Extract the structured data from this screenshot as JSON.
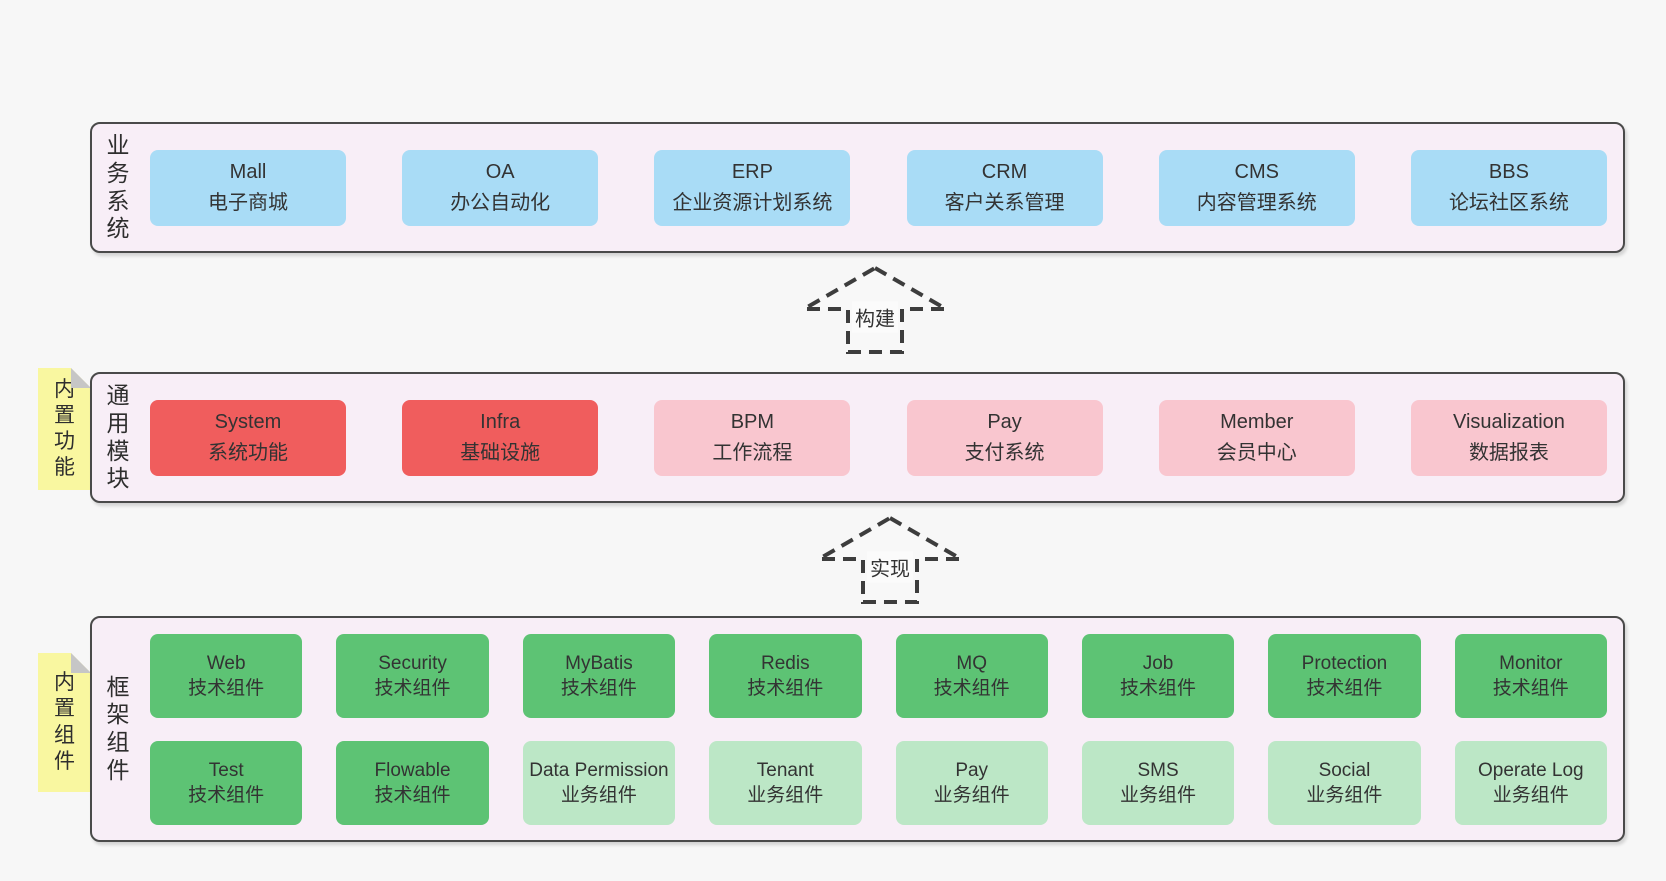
{
  "diagram": {
    "arrows": [
      {
        "label": "构建"
      },
      {
        "label": "实现"
      }
    ],
    "layers": [
      {
        "label": "业务系统",
        "boxes": [
          {
            "title": "Mall",
            "subtitle": "电子商城"
          },
          {
            "title": "OA",
            "subtitle": "办公自动化"
          },
          {
            "title": "ERP",
            "subtitle": "企业资源计划系统"
          },
          {
            "title": "CRM",
            "subtitle": "客户关系管理"
          },
          {
            "title": "CMS",
            "subtitle": "内容管理系统"
          },
          {
            "title": "BBS",
            "subtitle": "论坛社区系统"
          }
        ]
      },
      {
        "label": "通用模块",
        "tag": "内置功能",
        "boxes": [
          {
            "title": "System",
            "subtitle": "系统功能"
          },
          {
            "title": "Infra",
            "subtitle": "基础设施"
          },
          {
            "title": "BPM",
            "subtitle": "工作流程"
          },
          {
            "title": "Pay",
            "subtitle": "支付系统"
          },
          {
            "title": "Member",
            "subtitle": "会员中心"
          },
          {
            "title": "Visualization",
            "subtitle": "数据报表"
          }
        ]
      },
      {
        "label": "框架组件",
        "tag": "内置组件",
        "rows": [
          [
            {
              "title": "Web",
              "subtitle": "技术组件"
            },
            {
              "title": "Security",
              "subtitle": "技术组件"
            },
            {
              "title": "MyBatis",
              "subtitle": "技术组件"
            },
            {
              "title": "Redis",
              "subtitle": "技术组件"
            },
            {
              "title": "MQ",
              "subtitle": "技术组件"
            },
            {
              "title": "Job",
              "subtitle": "技术组件"
            },
            {
              "title": "Protection",
              "subtitle": "技术组件"
            },
            {
              "title": "Monitor",
              "subtitle": "技术组件"
            }
          ],
          [
            {
              "title": "Test",
              "subtitle": "技术组件"
            },
            {
              "title": "Flowable",
              "subtitle": "技术组件"
            },
            {
              "title": "Data Permission",
              "subtitle": "业务组件"
            },
            {
              "title": "Tenant",
              "subtitle": "业务组件"
            },
            {
              "title": "Pay",
              "subtitle": "业务组件"
            },
            {
              "title": "SMS",
              "subtitle": "业务组件"
            },
            {
              "title": "Social",
              "subtitle": "业务组件"
            },
            {
              "title": "Operate Log",
              "subtitle": "业务组件"
            }
          ]
        ]
      }
    ],
    "colors": {
      "background": "#f7f7f7",
      "panel_fill": "#f8eef7",
      "panel_border": "#4a4a4a",
      "business_blue": "#a9dcf6",
      "module_red": "#f05d5d",
      "module_pink": "#f9c6cf",
      "component_green": "#5dc374",
      "component_green_light": "#bce7c6",
      "tag_yellow": "#f9f7a0",
      "text": "#333333"
    }
  }
}
